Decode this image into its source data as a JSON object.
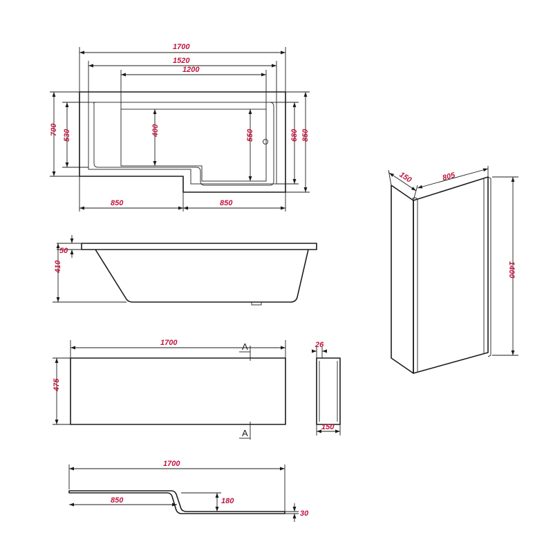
{
  "colors": {
    "dimension_text": "#c0143c",
    "line": "#1a1a1a",
    "background": "#ffffff"
  },
  "plan_view": {
    "overall_length": "1700",
    "inner_length": "1520",
    "basin_length": "1200",
    "overall_width": "700",
    "narrow_inner_width": "530",
    "basin_step": "400",
    "basin_depth": "550",
    "wide_inner_width": "680",
    "wide_overall_width": "850",
    "narrow_half": "850",
    "wide_half": "850"
  },
  "side_view": {
    "rim_height": "50",
    "total_height": "410"
  },
  "front_panel": {
    "length": "1700",
    "height": "475",
    "section_marker_top": "A",
    "section_marker_bottom": "A"
  },
  "panel_section": {
    "thickness": "26",
    "depth": "150"
  },
  "screen": {
    "return_width": "150",
    "panel_width": "805",
    "height": "1400"
  },
  "top_panel": {
    "length": "1700",
    "narrow_length": "850",
    "step_offset": "180",
    "thickness": "30"
  }
}
